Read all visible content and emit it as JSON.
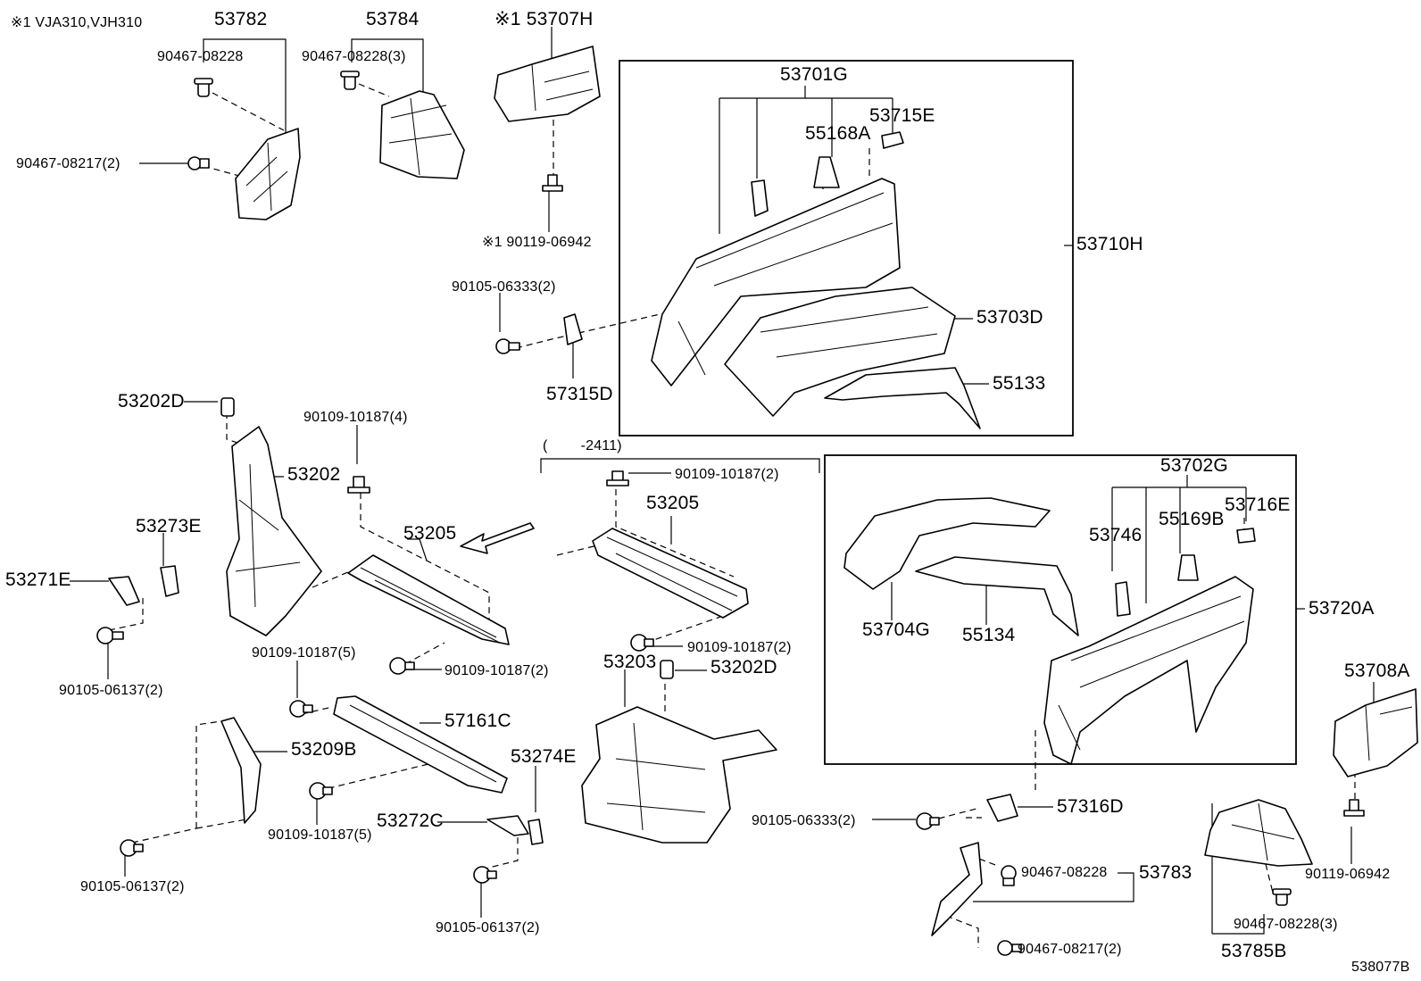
{
  "note_model": "※1 VJA310,VJH310",
  "date_range": "(　　 -2411)",
  "diagram_id": "538077B",
  "labels": {
    "p53782": "53782",
    "p53784": "53784",
    "p53707H": "※1 53707H",
    "p90467_08228_a": "90467-08228",
    "p90467_08228_3a": "90467-08228(3)",
    "p90467_08217_2a": "90467-08217(2)",
    "p90119_06942_a": "※1 90119-06942",
    "p53701G": "53701G",
    "p53715E": "53715E",
    "p55168A": "55168A",
    "p53710H": "53710H",
    "p53703D": "53703D",
    "p55133": "55133",
    "p90105_06333_2a": "90105-06333(2)",
    "p57315D": "57315D",
    "p53202D_a": "53202D",
    "p90109_10187_4": "90109-10187(4)",
    "p53202": "53202",
    "p53205_a": "53205",
    "p53273E": "53273E",
    "p53271E": "53271E",
    "p90105_06137_2a": "90105-06137(2)",
    "p90109_10187_2a": "90109-10187(2)",
    "p90109_10187_5a": "90109-10187(5)",
    "p57161C": "57161C",
    "p53209B": "53209B",
    "p90109_10187_5b": "90109-10187(5)",
    "p90105_06137_2b": "90105-06137(2)",
    "p53272C": "53272C",
    "p53274E": "53274E",
    "p90105_06137_2c": "90105-06137(2)",
    "p90109_10187_2b": "90109-10187(2)",
    "p53205_b": "53205",
    "p90109_10187_2c": "90109-10187(2)",
    "p53203": "53203",
    "p53202D_b": "53202D",
    "p53702G": "53702G",
    "p53716E": "53716E",
    "p53746": "53746",
    "p55169B": "55169B",
    "p53720A": "53720A",
    "p53704G": "53704G",
    "p55134": "55134",
    "p53708A": "53708A",
    "p90105_06333_2b": "90105-06333(2)",
    "p57316D": "57316D",
    "p90467_08228_b": "90467-08228",
    "p53783": "53783",
    "p90467_08217_2b": "90467-08217(2)",
    "p90467_08228_3b": "90467-08228(3)",
    "p53785B": "53785B",
    "p90119_06942_b": "90119-06942"
  }
}
